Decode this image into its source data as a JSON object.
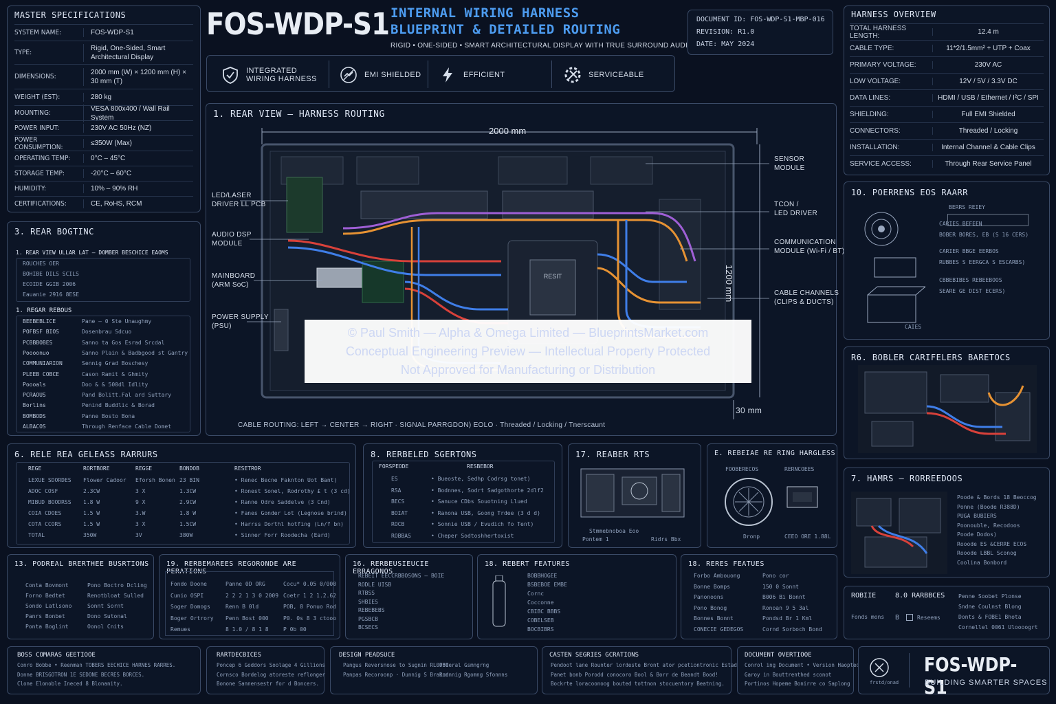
{
  "master_specs": {
    "title": "MASTER SPECIFICATIONS",
    "rows": [
      {
        "k": "SYSTEM NAME:",
        "v": "FOS-WDP-S1"
      },
      {
        "k": "TYPE:",
        "v": "Rigid, One-Sided, Smart Architectural Display"
      },
      {
        "k": "DIMENSIONS:",
        "v": "2000 mm (W) × 1200 mm (H) × 30 mm (T)"
      },
      {
        "k": "WEIGHT (EST):",
        "v": "280 kg"
      },
      {
        "k": "MOUNTING:",
        "v": "VESA 800x400 / Wall Rail System"
      },
      {
        "k": "POWER INPUT:",
        "v": "230V AC 50Hz (NZ)"
      },
      {
        "k": "POWER CONSUMPTION:",
        "v": "≤350W (Max)"
      },
      {
        "k": "OPERATING TEMP:",
        "v": "0°C – 45°C"
      },
      {
        "k": "STORAGE TEMP:",
        "v": "-20°C – 60°C"
      },
      {
        "k": "HUMIDITY:",
        "v": "10% – 90% RH"
      },
      {
        "k": "CERTIFICATIONS:",
        "v": "CE, RoHS, RCM"
      }
    ]
  },
  "header": {
    "product": "FOS-WDP-S1",
    "subtitle_1": "INTERNAL WIRING HARNESS",
    "subtitle_2": "BLUEPRINT & DETAILED ROUTING",
    "tagline": "RIGID • ONE-SIDED • SMART ARCHITECTURAL DISPLAY WITH TRUE SURROUND AUDIO",
    "doc_id": "DOCUMENT ID: FOS-WDP-S1-MBP-016",
    "revision": "REVISION:   R1.0",
    "date": "DATE:   MAY 2024"
  },
  "features": [
    {
      "icon": "shield-check-icon",
      "label_1": "INTEGRATED",
      "label_2": "WIRING HARNESS"
    },
    {
      "icon": "emi-shield-icon",
      "label_1": "EMI SHIELDED",
      "label_2": ""
    },
    {
      "icon": "lightning-icon",
      "label_1": "EFFICIENT",
      "label_2": ""
    },
    {
      "icon": "tools-icon",
      "label_1": "SERVICEABLE",
      "label_2": ""
    }
  ],
  "rear_view": {
    "title": "1. REAR VIEW – HARNESS ROUTING",
    "width_dim": "2000 mm",
    "height_dim": "1200 mm",
    "depth_dim": "30 mm",
    "module_label": "RESIT",
    "callouts_left": [
      {
        "l1": "LED/LASER",
        "l2": "DRIVER LL PCB"
      },
      {
        "l1": "AUDIO DSP",
        "l2": "MODULE"
      },
      {
        "l1": "MAINBOARD",
        "l2": "(ARM SoC)"
      },
      {
        "l1": "POWER SUPPLY",
        "l2": "(PSU)"
      }
    ],
    "callouts_right": [
      {
        "l1": "SENSOR",
        "l2": "MODULE"
      },
      {
        "l1": "TCON /",
        "l2": "LED DRIVER"
      },
      {
        "l1": "COMMUNICATION",
        "l2": "MODULE (Wi-Fi / BT)"
      },
      {
        "l1": "CABLE CHANNELS",
        "l2": "(CLIPS & DUCTS)"
      }
    ],
    "footer": "CABLE ROUTING:   LEFT → CENTER → RIGHT   ·   SIGNAL PARRGDON) EOLO   ·   Threaded / Locking / Tnerscaunt"
  },
  "watermark": {
    "line1": "© Paul Smith — Alpha & Omega Limited — BlueprintsMarket.com",
    "line2": "Conceptual Engineering Preview — Intellectual Property Protected",
    "line3": "Not Approved for Manufacturing or Distribution"
  },
  "harness_overview": {
    "title": "HARNESS OVERVIEW",
    "rows": [
      {
        "k": "TOTAL HARNESS LENGTH:",
        "v": "12.4 m"
      },
      {
        "k": "CABLE TYPE:",
        "v": "11*2/1.5mm² + UTP + Coax"
      },
      {
        "k": "PRIMARY VOLTAGE:",
        "v": "230V AC"
      },
      {
        "k": "LOW VOLTAGE:",
        "v": "12V / 5V / 3.3V DC"
      },
      {
        "k": "DATA LINES:",
        "v": "HDMI / USB / Ethernet / I²C / SPI"
      },
      {
        "k": "SHIELDING:",
        "v": "Full EMI Shielded"
      },
      {
        "k": "CONNECTORS:",
        "v": "Threaded / Locking"
      },
      {
        "k": "INSTALLATION:",
        "v": "Internal Channel & Cable Clips"
      },
      {
        "k": "SERVICE ACCESS:",
        "v": "Through Rear Service Panel"
      }
    ]
  },
  "rear_routing": {
    "title": "3. REAR BOGTINC",
    "sub1": "1. REAR VIEW ULLAR LAT — DOMBER BESCHICE EAOMS",
    "sub1_rows": [
      "ROUCHES OER",
      "BOHIBE  DILS  SCILS",
      "ECOIDE  GGIB  2006",
      "Eauanie  2916  8ESE"
    ],
    "sub2": "1. REGAR REBOUS",
    "sub2_rows": [
      {
        "k": "BEEBEBLICE",
        "v": "Pane – 0 Ste Unaughmy"
      },
      {
        "k": "POFBSF BIOS",
        "v": "Dosenbrau Sdcuo"
      },
      {
        "k": "PCBBBOBES",
        "v": "Sanno ta Gos Esrad Srcdal"
      },
      {
        "k": "Poooonuo",
        "v": "Sanno Plain & Badbgood st Gantry"
      },
      {
        "k": "COMMUNIARION",
        "v": "Sennig Grad Boschesy"
      },
      {
        "k": "PLEEB COBCE",
        "v": "Cason Ramit & Ghmity"
      },
      {
        "k": "Poooals",
        "v": "Doo & & 500dl Idlity"
      },
      {
        "k": "PCRAOUS",
        "v": "Pand Bolitt.Fal ard Suttary"
      },
      {
        "k": "Borlins",
        "v": "Penind Buddlic & Borad"
      },
      {
        "k": "BOMBODS",
        "v": "Panne Bosto Bona"
      },
      {
        "k": "ALBACOS",
        "v": "Through Renface Cable Domet"
      }
    ]
  },
  "boards": {
    "title": "6. RELE REA GELEASS RARRURS",
    "headers": [
      "REGE",
      "RORTBORE",
      "REGGE",
      "BONDOB",
      "RESETROR"
    ],
    "rows": [
      [
        "LEXUE SDORDES",
        "Flower Cadoor",
        "Eforsh  Bonen",
        "23 BIN",
        "• Renec Becne Faknton Uot Bant)"
      ],
      [
        "ADOC COSF",
        "2.3CW",
        "3 X",
        "1.3CW",
        "• Ronest Sonel, Rodrothy £ t (3 cd)"
      ],
      [
        "MIBUD BOODRSS",
        "1.8 W",
        "9 X",
        "2.9CW",
        "• Ranne Odre Saddelve (3 Cnd)"
      ],
      [
        "COIA CDOES",
        "1.5 W",
        "3.W",
        "1.8 W",
        "• Fanes Gonder Lot (Legnose brind)"
      ],
      [
        "COTA CCORS",
        "1.5 W",
        "3 X",
        "1.5CW",
        "• Harrss Dorthl hotfing (Ln/f bn)"
      ],
      [
        "TOTAL",
        "350W",
        "3V",
        "380W",
        "• Sinner Forr Roodecha (Eard)"
      ]
    ]
  },
  "sections": {
    "title": "8. RERBELED SGERTONS",
    "headers": [
      "FORSPEODE",
      "RESBEBOR"
    ],
    "rows": [
      [
        "ES",
        "• Bueoste, Sedhp Codrsg tonet)"
      ],
      [
        "RSA",
        "• Bodnnes, Sodrt Sadgothorte 2dlf2"
      ],
      [
        "BECS",
        "• Sanuce CDbs Souotning Llued"
      ],
      [
        "BOIAT",
        "• Ranona USB, Goong Trdee (3 d d)"
      ],
      [
        "ROCB",
        "• Sonnie USB / Evudich fo Tent)"
      ],
      [
        "ROBBAS",
        "• Cheper Sodtoshhertoxist"
      ]
    ]
  },
  "rear_rts": {
    "title": "17. REABER RTS",
    "caption_1": "Stmmebnoboa Eoo",
    "caption_2": "Pontem 1",
    "caption_3": "Ridrs Bbx"
  },
  "rear_ring": {
    "title": "E. REBEIAE RE RING HARGLESS",
    "left_label": "FOOBERECOS",
    "right_label": "RERNCOEES",
    "caption_left": "Dronp",
    "caption_right": "CEEO ORE 1.88L"
  },
  "power_refs": {
    "title": "10. POERRENS EOS RAARR",
    "items": [
      "BERRS REIEY",
      "CARIES BEFEEN",
      "BOBER BORES, EB (S 16 CERS)",
      "CARIER BBGE EERBOS",
      "RUBBES S EERGCA S ESCARBS)",
      "CBBEBIBES REBEEBOOS",
      "SEARE GE DIST ECERS)",
      "CAIES"
    ]
  },
  "boiler": {
    "title": "R6. BOBLER CARIFELERS BARETOCS"
  },
  "hamrs": {
    "title": "7. HAMRS – RORREEDOOS",
    "items": [
      "Poode & Bords 18 Beoccog",
      "Ponne (Boode R388D)",
      "PUGA BUBIERS",
      "Poonouble, Recodoos",
      "Poode Dodos)",
      "Rooode ES &CERRE ECOS",
      "Rooode LBBL Sconog",
      "Coolina Bonbord"
    ]
  },
  "footer_row1": {
    "p1_title": "13. PODREAL BRERTHEE BUSRTIONS",
    "p1_items": [
      "Conta Bovmont",
      "Forno Bedtet",
      "Sondo Latlsono",
      "Panrs Bonbet",
      "Ponta Boglint"
    ],
    "p1_right": [
      "Pono Boctro Dcling",
      "Renotbloat Sulled",
      "Sonnt Sornt",
      "Dono Sutonal",
      "Oonol Cnits"
    ],
    "p2_title": "19. RERBEMAREES REGORONDE ARE PERATIONS",
    "p2_rows": [
      [
        "Fondo Doone",
        "Panne 0D ORG",
        "Cocu* 0.05 0/000"
      ],
      [
        "Cunio OSPI",
        "2 2 2 1 3 0 2009",
        "Coetr 1 2 1.2.62"
      ],
      [
        "Soger Domogs",
        "Renn B 0ld",
        "POB, 8 Ponuo Rod"
      ],
      [
        "Boger Ortrory",
        "Penn Bost 000",
        "P0. 0s 8 3 ctooo"
      ],
      [
        "Remues",
        "8 1.0 / 8 1 8",
        "P 0b 00"
      ]
    ],
    "p3_title": "16. RERBEUSIEUCIE ERRAGONOS",
    "p3_items": [
      "REBEIT EECCRBBOSONS — BOIE",
      "RODLE UISB",
      "RTBSS",
      "SHBIES",
      "REBEBEBS",
      "PGSBCB",
      "BCSECS"
    ],
    "p4_title": "18. REBERT FEATURES",
    "p4_items": [
      "BOBBHOGEE",
      "BSBEBOE EMBE",
      "Cornc",
      "Cocconne",
      "CBIBC BBBS",
      "COBELSEB",
      "BOCBIBRS"
    ],
    "p5_title": "18. RERES FEATUES",
    "p5_rows": [
      [
        "Forbo Ambouong",
        "Pono cor"
      ],
      [
        "Bonne Bomps",
        "150 0 Sonnt"
      ],
      [
        "Panonoons",
        "B006 Bi Bonnt"
      ],
      [
        "Pono Bonog",
        "Ronoan 9 5 3al"
      ],
      [
        "Bonnes Bonnt",
        "Pondsd Br 1 Kml"
      ],
      [
        "CONECIE GEDEGOS",
        "Cornd Sorboch Bond"
      ]
    ],
    "p6_title": "ROBIIE",
    "p6_mid": "8.0  RARBBCES",
    "p6_left": "Fonds mons",
    "p6_check": "Reseems",
    "p6_right": [
      "Penne Soobet Plonse",
      "Sndne Coulnst Blong",
      "Donts & FOBE1 Bhota",
      "Cornellel 0061 Uloooogrt"
    ]
  },
  "footer_row2": {
    "p1_title": "BOSS COMARAS GEETIOOE",
    "p1_lines": [
      "Conro Bobbe • Reenman TOBERS EECHICE HARNES RARRES.",
      "Donne BRISGOTRON 1E SEDONE BECRES BORCES.",
      "Clone Elonoble Ineced 8 Blonanity."
    ],
    "p2_title": "RARTDECBICES",
    "p2_lines": [
      "Poncep 6 Goddors Soolage 4 Gillions",
      "Cornsco Bordelog atoreste reflonger",
      "Bonone Sannensestr for d Boncers."
    ],
    "p3_title": "DESIGN PEADSUCE",
    "p3_lines": [
      "Pangus Reversnose to Sugnin RL0089",
      "Panpas Recoroonp · Dunnig S Bracnd",
      "Poderal Gsmngrng",
      "Runnnig Rgomng Sfonnns"
    ],
    "p4_title": "CASTEN SEGRIES GCRATIONS",
    "p4_lines": [
      "Pendoot lane Rounter lordeste Bront ator pcetiontronic Estadog.",
      "Panet bonb Porodd conocoro Bool & Borr de Beandt Bood!",
      "Bockrte loracoonoog bouted tottnon stocuentory Beatning."
    ],
    "p5_title": "DOCUMENT OVERTIOOE",
    "p5_lines": [
      "Conrol ing Document • Version Haopted",
      "Garoy in Bouttrenthed sconot",
      "Portinos Hopeme Bonirre co Saplong"
    ]
  },
  "brand": {
    "logo_caption": "frstd/onad",
    "name": "FOS-WDP-S1",
    "slogan": "BUILDING SMARTER SPACES"
  },
  "colors": {
    "background": "#0a1120",
    "accent": "#4d9cf0",
    "cable_red": "#d8413a",
    "cable_blue": "#3f7ee8",
    "cable_orange": "#e69233",
    "cable_purple": "#9f5fd6"
  }
}
